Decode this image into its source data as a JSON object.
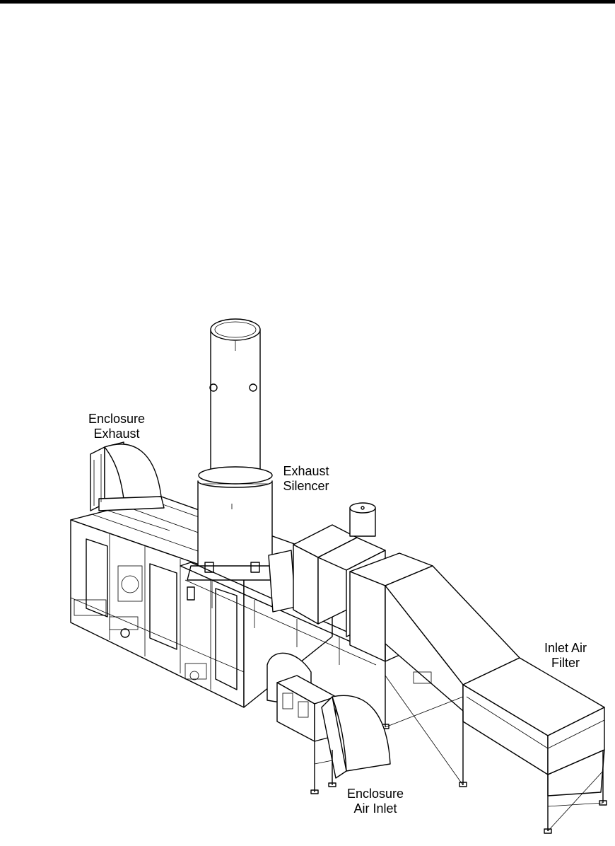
{
  "labels": {
    "enclosure_exhaust": [
      "Enclosure",
      "Exhaust"
    ],
    "exhaust_silencer": [
      "Exhaust",
      "Silencer"
    ],
    "inlet_air_filter": [
      "Inlet Air",
      "Filter"
    ],
    "enclosure_air_inlet": [
      "Enclosure",
      "Air Inlet"
    ]
  },
  "colors": {
    "line": "#000000",
    "background": "#ffffff"
  }
}
